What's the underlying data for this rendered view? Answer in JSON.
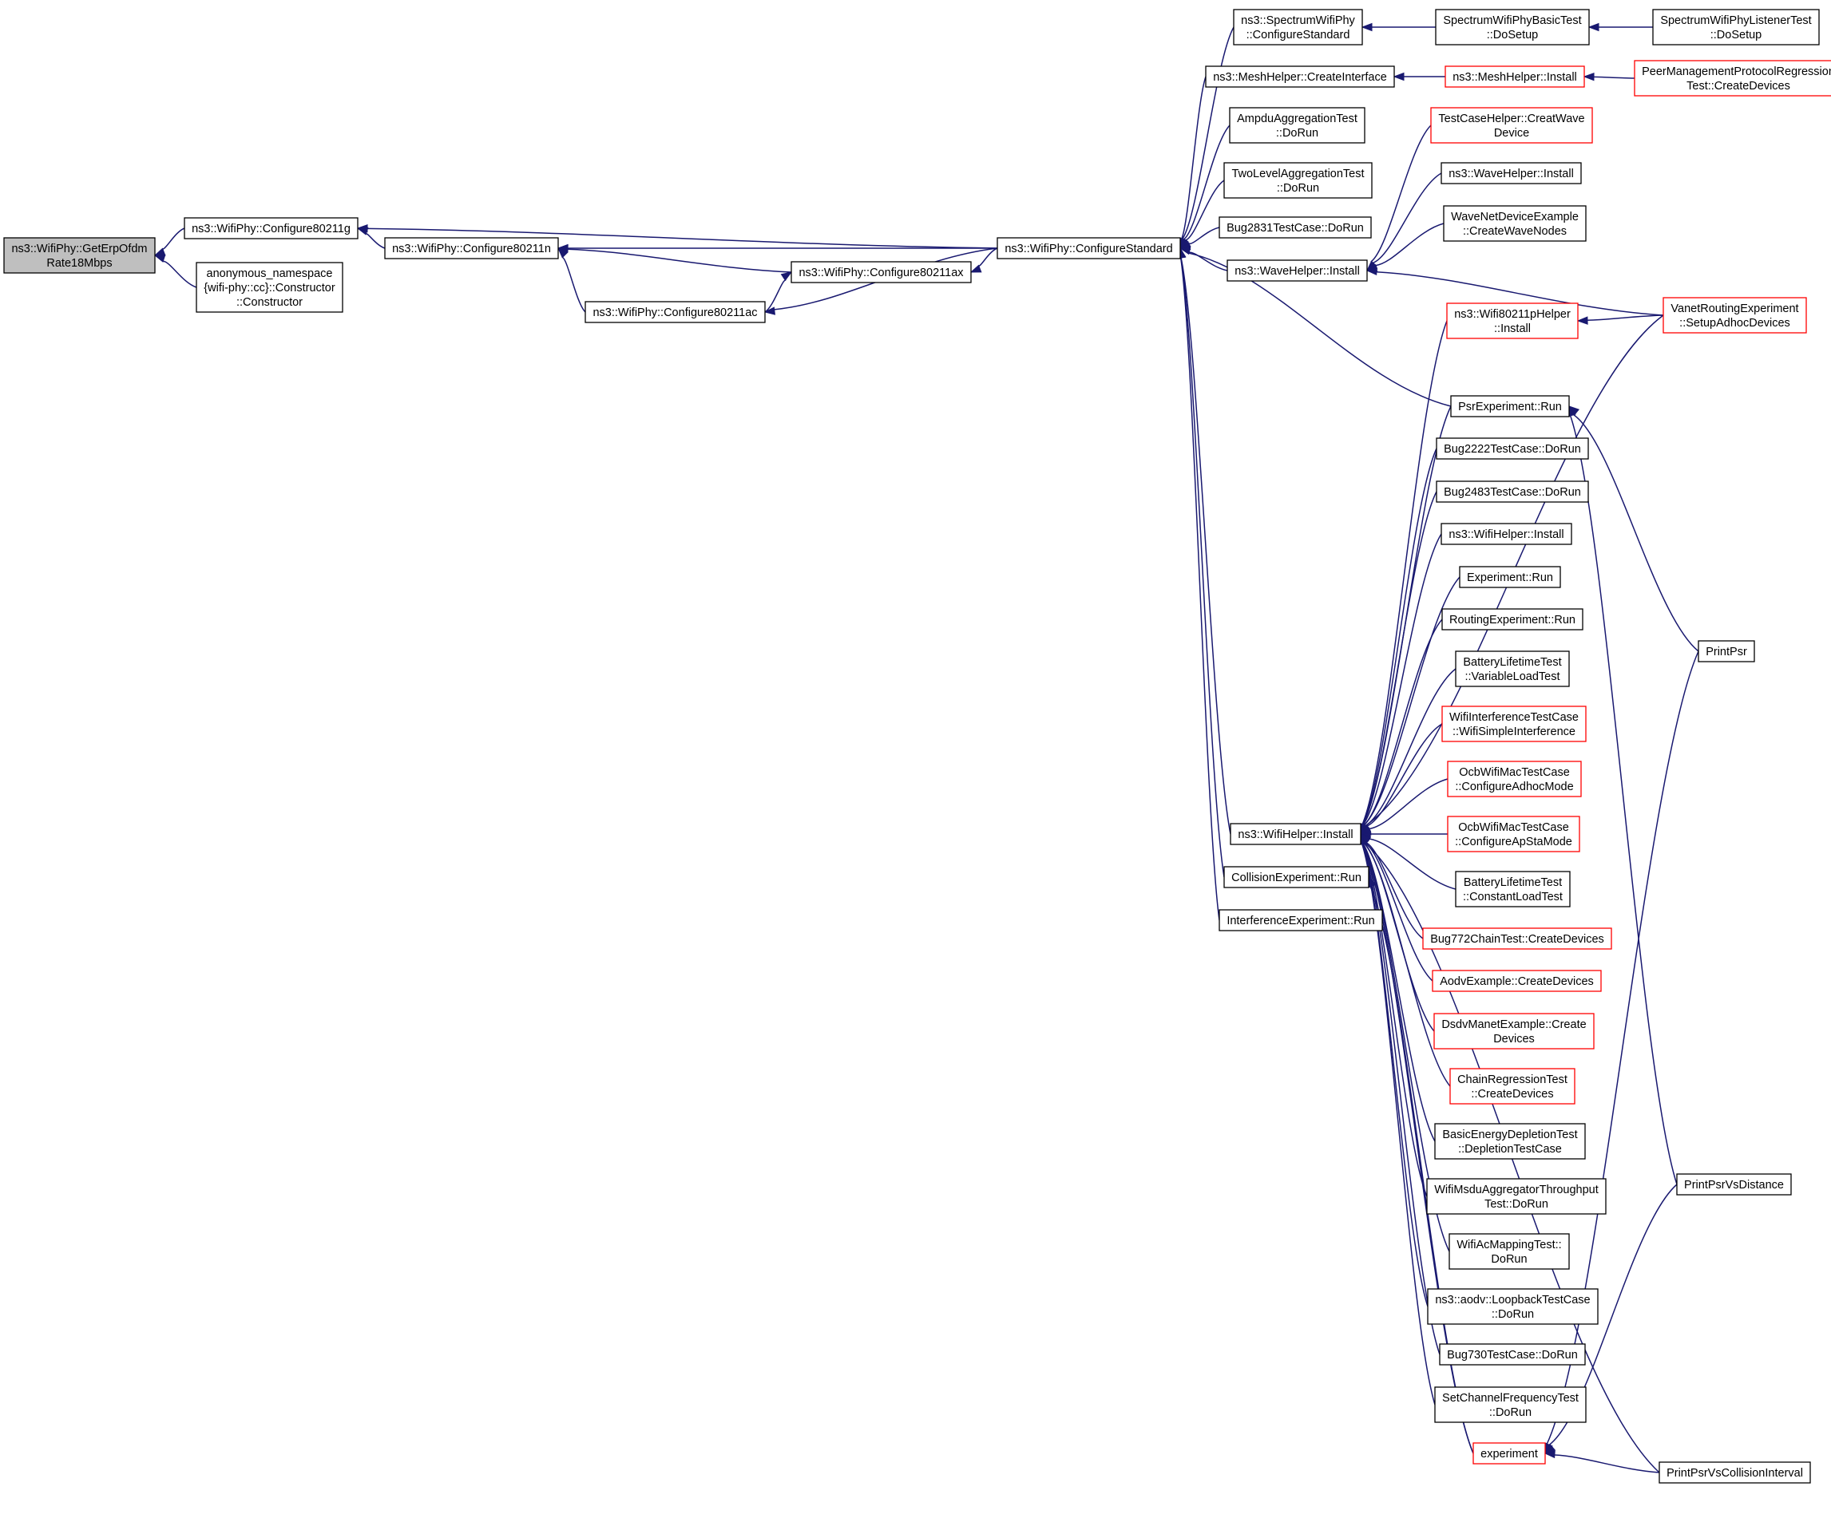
{
  "colors": {
    "edge": "#191970",
    "node_border": "#000000",
    "truncated_border": "#ff0000",
    "focus_fill": "#bfbfbf",
    "node_fill": "#ffffff"
  },
  "nodes": [
    {
      "id": "root",
      "lines": [
        "ns3::WifiPhy::GetErpOfdm",
        "Rate18Mbps"
      ],
      "style": "focus"
    },
    {
      "id": "c80211g",
      "lines": [
        "ns3::WifiPhy::Configure80211g"
      ],
      "style": "normal"
    },
    {
      "id": "anon",
      "lines": [
        "anonymous_namespace",
        "{wifi-phy::cc}::Constructor",
        "::Constructor"
      ],
      "style": "normal"
    },
    {
      "id": "c80211n",
      "lines": [
        "ns3::WifiPhy::Configure80211n"
      ],
      "style": "normal"
    },
    {
      "id": "c80211ax",
      "lines": [
        "ns3::WifiPhy::Configure80211ax"
      ],
      "style": "normal"
    },
    {
      "id": "c80211ac",
      "lines": [
        "ns3::WifiPhy::Configure80211ac"
      ],
      "style": "normal"
    },
    {
      "id": "cstd",
      "lines": [
        "ns3::WifiPhy::ConfigureStandard"
      ],
      "style": "normal"
    },
    {
      "id": "spec",
      "lines": [
        "ns3::SpectrumWifiPhy",
        "::ConfigureStandard"
      ],
      "style": "normal"
    },
    {
      "id": "meshci",
      "lines": [
        "ns3::MeshHelper::CreateInterface"
      ],
      "style": "normal"
    },
    {
      "id": "ampdu",
      "lines": [
        "AmpduAggregationTest",
        "::DoRun"
      ],
      "style": "normal"
    },
    {
      "id": "twolevel",
      "lines": [
        "TwoLevelAggregationTest",
        "::DoRun"
      ],
      "style": "normal"
    },
    {
      "id": "bug2831",
      "lines": [
        "Bug2831TestCase::DoRun"
      ],
      "style": "normal"
    },
    {
      "id": "waveinst",
      "lines": [
        "ns3::WaveHelper::Install"
      ],
      "style": "normal"
    },
    {
      "id": "wifiinst",
      "lines": [
        "ns3::WifiHelper::Install"
      ],
      "style": "normal"
    },
    {
      "id": "collision",
      "lines": [
        "CollisionExperiment::Run"
      ],
      "style": "normal"
    },
    {
      "id": "interf",
      "lines": [
        "InterferenceExperiment::Run"
      ],
      "style": "normal"
    },
    {
      "id": "specbasic",
      "lines": [
        "SpectrumWifiPhyBasicTest",
        "::DoSetup"
      ],
      "style": "normal"
    },
    {
      "id": "meshinst",
      "lines": [
        "ns3::MeshHelper::Install"
      ],
      "style": "truncated"
    },
    {
      "id": "tchelper",
      "lines": [
        "TestCaseHelper::CreatWave",
        "Device"
      ],
      "style": "truncated"
    },
    {
      "id": "waveinst2",
      "lines": [
        "ns3::WaveHelper::Install"
      ],
      "style": "normal"
    },
    {
      "id": "wavenet",
      "lines": [
        "WaveNetDeviceExample",
        "::CreateWaveNodes"
      ],
      "style": "normal"
    },
    {
      "id": "w80211p",
      "lines": [
        "ns3::Wifi80211pHelper",
        "::Install"
      ],
      "style": "truncated"
    },
    {
      "id": "psrrun",
      "lines": [
        "PsrExperiment::Run"
      ],
      "style": "normal"
    },
    {
      "id": "bug2222",
      "lines": [
        "Bug2222TestCase::DoRun"
      ],
      "style": "normal"
    },
    {
      "id": "bug2483",
      "lines": [
        "Bug2483TestCase::DoRun"
      ],
      "style": "normal"
    },
    {
      "id": "wifiinst2",
      "lines": [
        "ns3::WifiHelper::Install"
      ],
      "style": "normal"
    },
    {
      "id": "exprun",
      "lines": [
        "Experiment::Run"
      ],
      "style": "normal"
    },
    {
      "id": "routing",
      "lines": [
        "RoutingExperiment::Run"
      ],
      "style": "normal"
    },
    {
      "id": "battvar",
      "lines": [
        "BatteryLifetimeTest",
        "::VariableLoadTest"
      ],
      "style": "normal"
    },
    {
      "id": "wifiinterf",
      "lines": [
        "WifiInterferenceTestCase",
        "::WifiSimpleInterference"
      ],
      "style": "truncated"
    },
    {
      "id": "ocbadhoc",
      "lines": [
        "OcbWifiMacTestCase",
        "::ConfigureAdhocMode"
      ],
      "style": "truncated"
    },
    {
      "id": "ocbapsta",
      "lines": [
        "OcbWifiMacTestCase",
        "::ConfigureApStaMode"
      ],
      "style": "truncated"
    },
    {
      "id": "battconst",
      "lines": [
        "BatteryLifetimeTest",
        "::ConstantLoadTest"
      ],
      "style": "normal"
    },
    {
      "id": "bug772",
      "lines": [
        "Bug772ChainTest::CreateDevices"
      ],
      "style": "truncated"
    },
    {
      "id": "aodv",
      "lines": [
        "AodvExample::CreateDevices"
      ],
      "style": "truncated"
    },
    {
      "id": "dsdv",
      "lines": [
        "DsdvManetExample::Create",
        "Devices"
      ],
      "style": "truncated"
    },
    {
      "id": "chainreg",
      "lines": [
        "ChainRegressionTest",
        "::CreateDevices"
      ],
      "style": "truncated"
    },
    {
      "id": "basicenergy",
      "lines": [
        "BasicEnergyDepletionTest",
        "::DepletionTestCase"
      ],
      "style": "normal"
    },
    {
      "id": "msdu",
      "lines": [
        "WifiMsduAggregatorThroughput",
        "Test::DoRun"
      ],
      "style": "normal"
    },
    {
      "id": "acmap",
      "lines": [
        "WifiAcMappingTest::",
        "DoRun"
      ],
      "style": "normal"
    },
    {
      "id": "loopback",
      "lines": [
        "ns3::aodv::LoopbackTestCase",
        "::DoRun"
      ],
      "style": "normal"
    },
    {
      "id": "bug730",
      "lines": [
        "Bug730TestCase::DoRun"
      ],
      "style": "normal"
    },
    {
      "id": "setchan",
      "lines": [
        "SetChannelFrequencyTest",
        "::DoRun"
      ],
      "style": "normal"
    },
    {
      "id": "experiment",
      "lines": [
        "experiment"
      ],
      "style": "truncated"
    },
    {
      "id": "speclistener",
      "lines": [
        "SpectrumWifiPhyListenerTest",
        "::DoSetup"
      ],
      "style": "normal"
    },
    {
      "id": "peermgmt",
      "lines": [
        "PeerManagementProtocolRegression",
        "Test::CreateDevices"
      ],
      "style": "truncated"
    },
    {
      "id": "vanet",
      "lines": [
        "VanetRoutingExperiment",
        "::SetupAdhocDevices"
      ],
      "style": "truncated"
    },
    {
      "id": "printpsr",
      "lines": [
        "PrintPsr"
      ],
      "style": "normal"
    },
    {
      "id": "printpsrdist",
      "lines": [
        "PrintPsrVsDistance"
      ],
      "style": "normal"
    },
    {
      "id": "printpsrcoll",
      "lines": [
        "PrintPsrVsCollisionInterval"
      ],
      "style": "normal"
    }
  ],
  "edges": [
    [
      "c80211g",
      "root"
    ],
    [
      "anon",
      "root"
    ],
    [
      "c80211n",
      "c80211g"
    ],
    [
      "cstd",
      "c80211g"
    ],
    [
      "c80211ax",
      "c80211n"
    ],
    [
      "c80211ac",
      "c80211n"
    ],
    [
      "cstd",
      "c80211n"
    ],
    [
      "c80211ac",
      "c80211ax"
    ],
    [
      "cstd",
      "c80211ax"
    ],
    [
      "cstd",
      "c80211ac"
    ],
    [
      "spec",
      "cstd"
    ],
    [
      "meshci",
      "cstd"
    ],
    [
      "ampdu",
      "cstd"
    ],
    [
      "twolevel",
      "cstd"
    ],
    [
      "bug2831",
      "cstd"
    ],
    [
      "waveinst",
      "cstd"
    ],
    [
      "wifiinst",
      "cstd"
    ],
    [
      "collision",
      "cstd"
    ],
    [
      "interf",
      "cstd"
    ],
    [
      "psrrun",
      "cstd"
    ],
    [
      "specbasic",
      "spec"
    ],
    [
      "speclistener",
      "specbasic"
    ],
    [
      "meshinst",
      "meshci"
    ],
    [
      "peermgmt",
      "meshinst"
    ],
    [
      "tchelper",
      "waveinst"
    ],
    [
      "waveinst2",
      "waveinst"
    ],
    [
      "wavenet",
      "waveinst"
    ],
    [
      "vanet",
      "waveinst"
    ],
    [
      "vanet",
      "w80211p"
    ],
    [
      "w80211p",
      "wifiinst"
    ],
    [
      "vanet",
      "wifiinst"
    ],
    [
      "psrrun",
      "wifiinst"
    ],
    [
      "bug2222",
      "wifiinst"
    ],
    [
      "bug2483",
      "wifiinst"
    ],
    [
      "wifiinst2",
      "wifiinst"
    ],
    [
      "exprun",
      "wifiinst"
    ],
    [
      "routing",
      "wifiinst"
    ],
    [
      "battvar",
      "wifiinst"
    ],
    [
      "wifiinterf",
      "wifiinst"
    ],
    [
      "ocbadhoc",
      "wifiinst"
    ],
    [
      "ocbapsta",
      "wifiinst"
    ],
    [
      "battconst",
      "wifiinst"
    ],
    [
      "bug772",
      "wifiinst"
    ],
    [
      "aodv",
      "wifiinst"
    ],
    [
      "dsdv",
      "wifiinst"
    ],
    [
      "chainreg",
      "wifiinst"
    ],
    [
      "basicenergy",
      "wifiinst"
    ],
    [
      "msdu",
      "wifiinst"
    ],
    [
      "acmap",
      "wifiinst"
    ],
    [
      "loopback",
      "wifiinst"
    ],
    [
      "bug730",
      "wifiinst"
    ],
    [
      "setchan",
      "wifiinst"
    ],
    [
      "experiment",
      "wifiinst"
    ],
    [
      "printpsrcoll",
      "wifiinst"
    ],
    [
      "experiment",
      "collision"
    ],
    [
      "printpsr",
      "psrrun"
    ],
    [
      "printpsrdist",
      "psrrun"
    ],
    [
      "printpsr",
      "experiment"
    ],
    [
      "printpsrdist",
      "experiment"
    ],
    [
      "printpsrcoll",
      "experiment"
    ]
  ]
}
